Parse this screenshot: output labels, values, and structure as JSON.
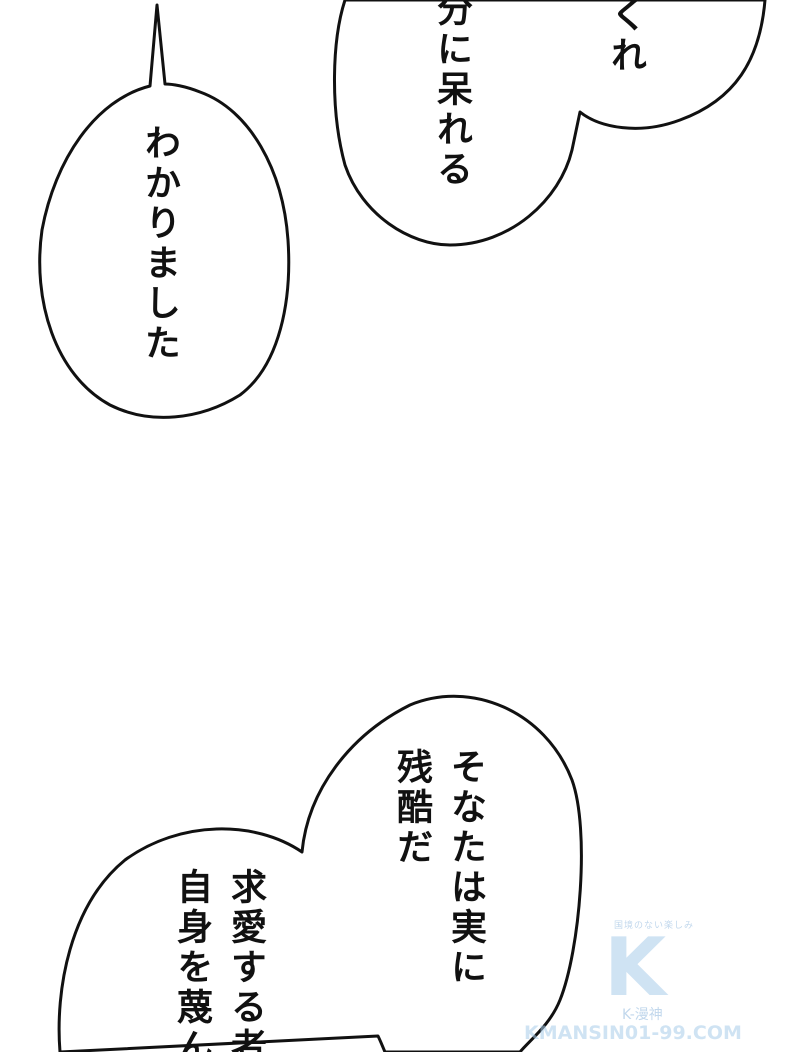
{
  "balloons": {
    "top_right": {
      "col1": "くれ",
      "col2": "分に呆れる"
    },
    "left": {
      "col1": "わかりました"
    },
    "bottom": {
      "col1": "そなたは実に",
      "col2": "残酷だ",
      "col3": "求愛する者",
      "col4": "自身を蔑ん"
    }
  },
  "watermark": {
    "caption": "国境のない楽しみ",
    "logo_letter": "K",
    "subtitle": "K-漫神",
    "url": "KMANSIN01-99.COM"
  },
  "colors": {
    "ink": "#111111",
    "background": "#ffffff",
    "watermark": "#a9cdea"
  }
}
